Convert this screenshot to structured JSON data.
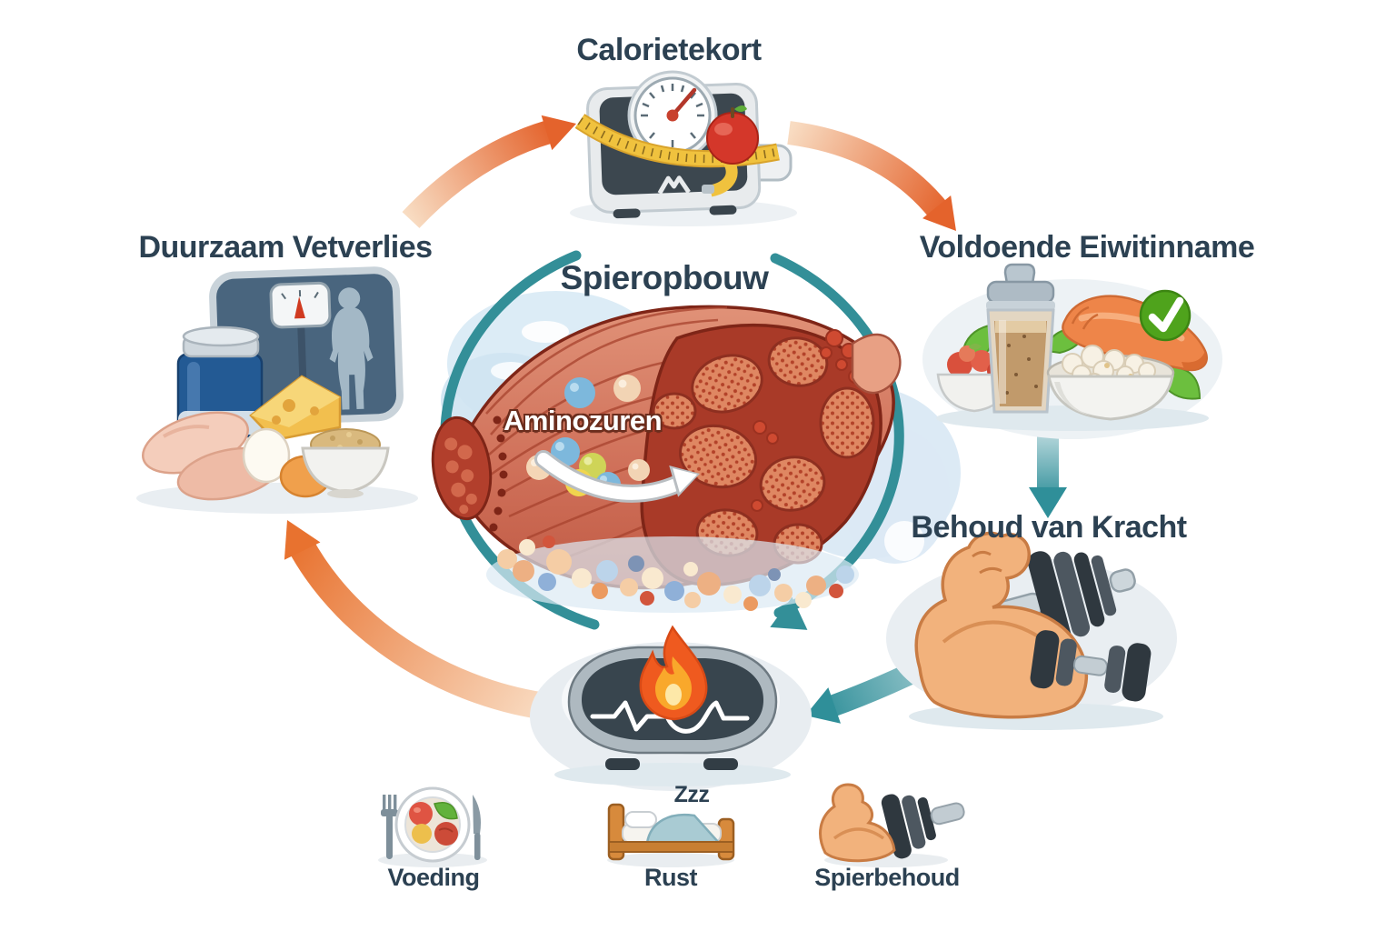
{
  "diagram": {
    "center": {
      "id": "spieropbouw",
      "title": "Spieropbouw",
      "annotation": "Aminozuren",
      "icon": "muscle-cross-section-illustration"
    },
    "nodes": [
      {
        "id": "calorietekort",
        "label": "Calorietekort",
        "icon": "bathroom-scale-with-measuring-tape-and-apple"
      },
      {
        "id": "voldoende-eiwitinname",
        "label": "Voldoende Eiwitinname",
        "icon": "protein-shaker-fish-cottage-cheese-bowl-with-green-check"
      },
      {
        "id": "behoud-van-kracht",
        "label": "Behoud van Kracht",
        "icon": "flexed-arm-with-dumbbells"
      },
      {
        "id": "duurzaam-vetverlies",
        "label": "Duurzaam Vetverlies",
        "icon": "standing-scale-supplement-jar-cheese-chicken-eggs"
      },
      {
        "id": "verbranding",
        "label": "",
        "icon": "scale-platform-with-flame-and-heartbeat-line"
      }
    ],
    "flows": [
      {
        "from": "duurzaam-vetverlies",
        "to": "calorietekort",
        "color": "orange"
      },
      {
        "from": "calorietekort",
        "to": "voldoende-eiwitinname",
        "color": "orange"
      },
      {
        "from": "voldoende-eiwitinname",
        "to": "behoud-van-kracht",
        "color": "teal"
      },
      {
        "from": "behoud-van-kracht",
        "to": "verbranding",
        "color": "teal"
      },
      {
        "from": "spieropbouw",
        "to": "verbranding",
        "color": "teal"
      },
      {
        "from": "verbranding",
        "to": "duurzaam-vetverlies",
        "color": "orange"
      }
    ],
    "legend": [
      {
        "id": "voeding",
        "label": "Voeding",
        "icon": "plate-with-fork-and-knife"
      },
      {
        "id": "rust",
        "label": "Rust",
        "sub": "Zzz",
        "icon": "bed-with-sleeper"
      },
      {
        "id": "spierbehoud",
        "label": "Spierbehoud",
        "icon": "flexed-arm-with-dumbbell"
      }
    ],
    "colors": {
      "background": "#ffffff",
      "title_text": "#2c4152",
      "accent_orange": "#e8722f",
      "accent_teal": "#2f8f99",
      "muscle_red": "#c85a42",
      "muscle_dark": "#a93a28",
      "flame_orange": "#ef5a1f",
      "flame_yellow": "#f9a82b",
      "check_green": "#4fa31c",
      "tape_yellow": "#f0c23e",
      "skin": "#f2b27c",
      "slate_scale": "#49657e"
    }
  }
}
